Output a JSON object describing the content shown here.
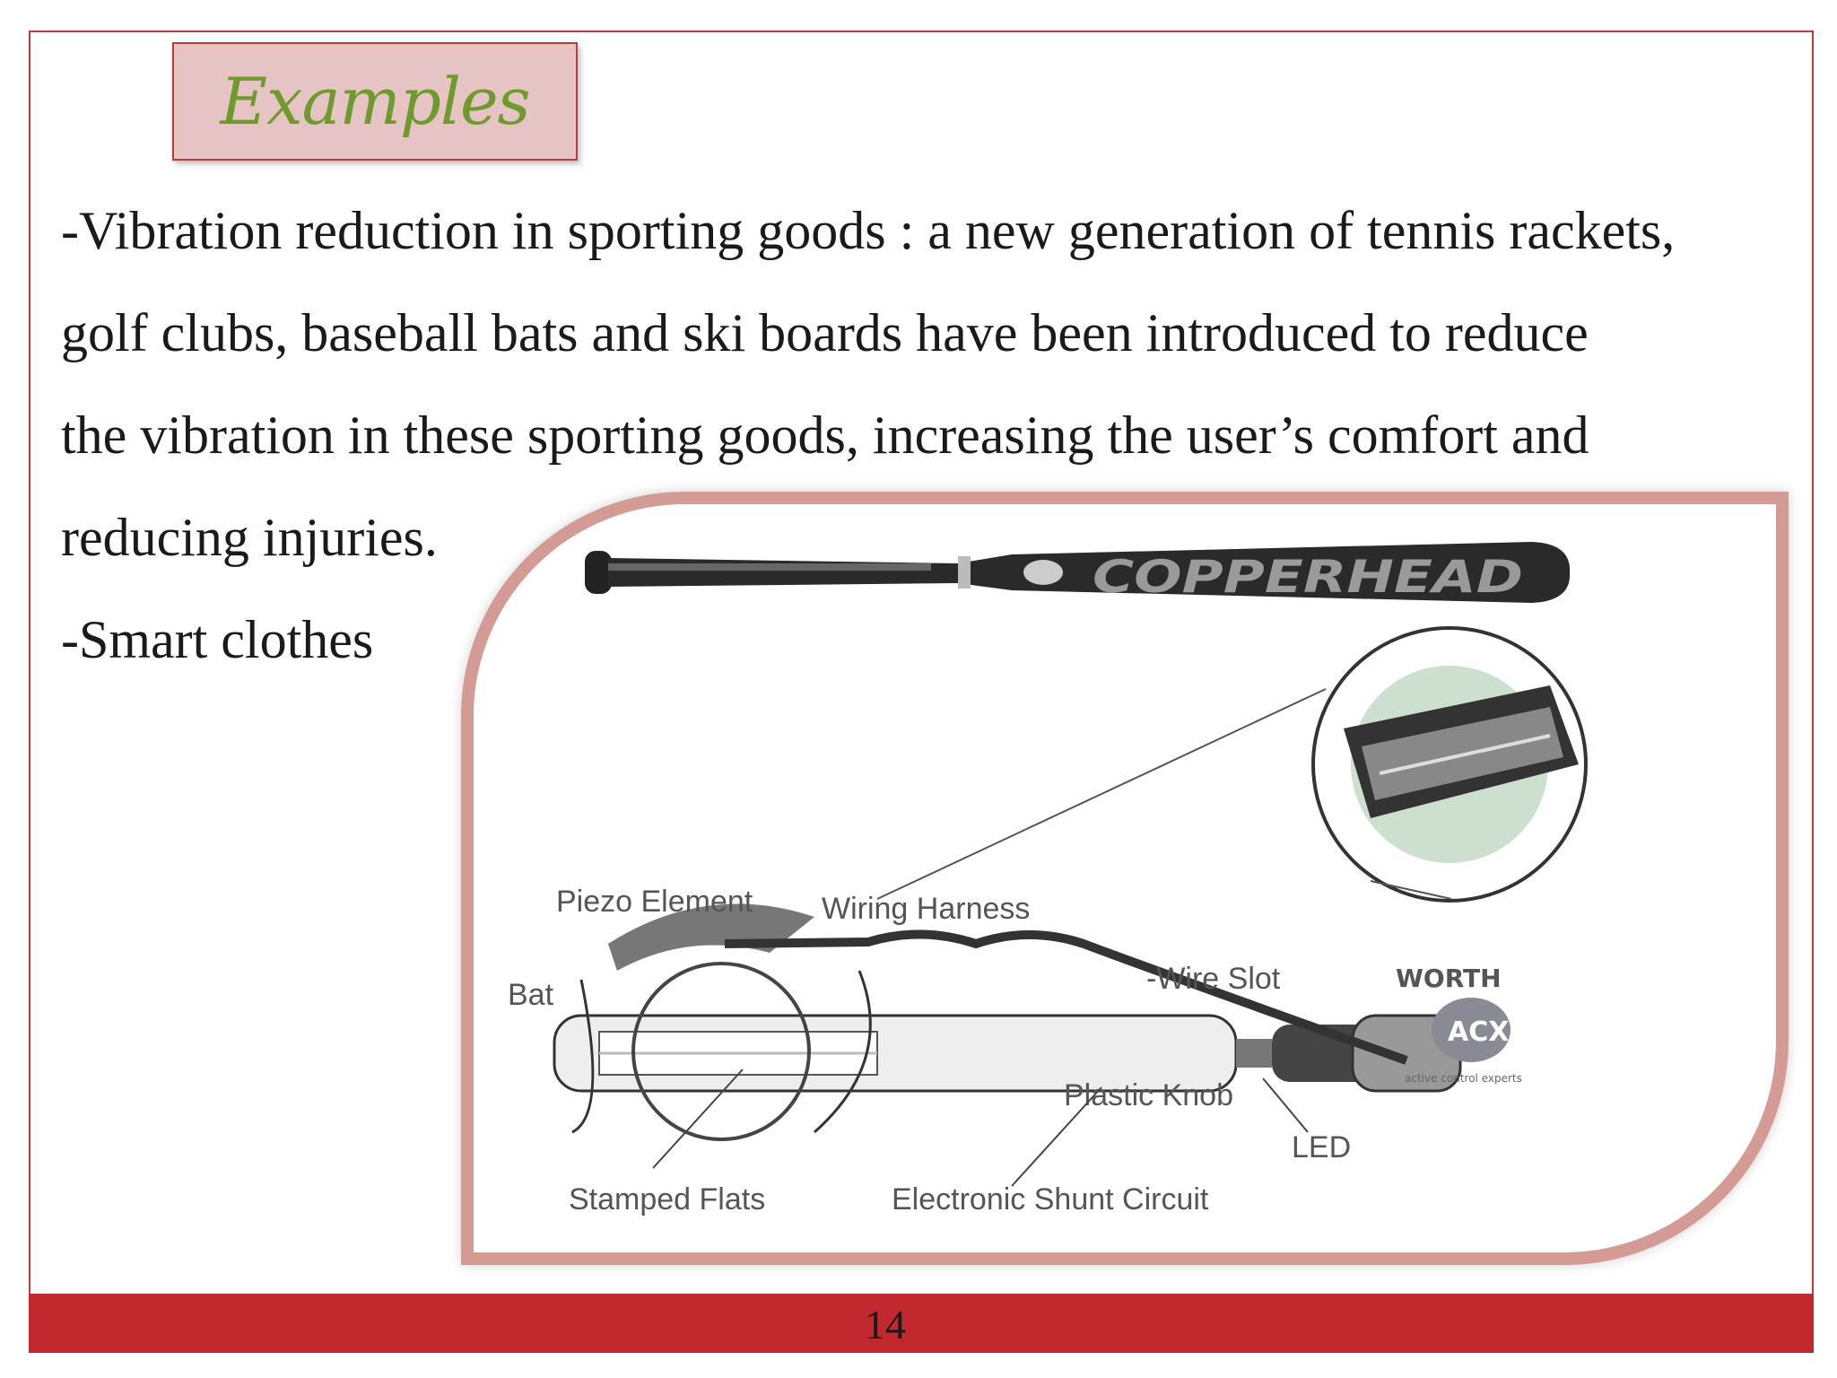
{
  "title": "Examples",
  "body": {
    "line1": "-Vibration reduction in sporting goods : a new generation of tennis rackets,",
    "line2": "golf clubs, baseball bats and ski boards have been introduced to reduce",
    "line3": "the vibration in these sporting goods, increasing the user’s comfort and",
    "line4": "reducing injuries.",
    "line5": "-Smart clothes"
  },
  "figure": {
    "bat_brand": "COPPERHEAD",
    "labels": {
      "piezo": "Piezo Element",
      "wiring": "Wiring Harness",
      "bat": "Bat",
      "wire_slot": "-Wire Slot",
      "worth": "WORTH",
      "acx": "ACX",
      "acx_sub": "active control experts",
      "plastic_knob": "Plastic Knob",
      "led": "LED",
      "stamped": "Stamped Flats",
      "shunt": "Electronic Shunt Circuit"
    }
  },
  "footer": {
    "page_number": "14"
  },
  "colors": {
    "accent_red": "#c1292e",
    "title_bg": "#e6c4c4",
    "title_text": "#6f9a2c",
    "panel_border": "#d39b93"
  }
}
